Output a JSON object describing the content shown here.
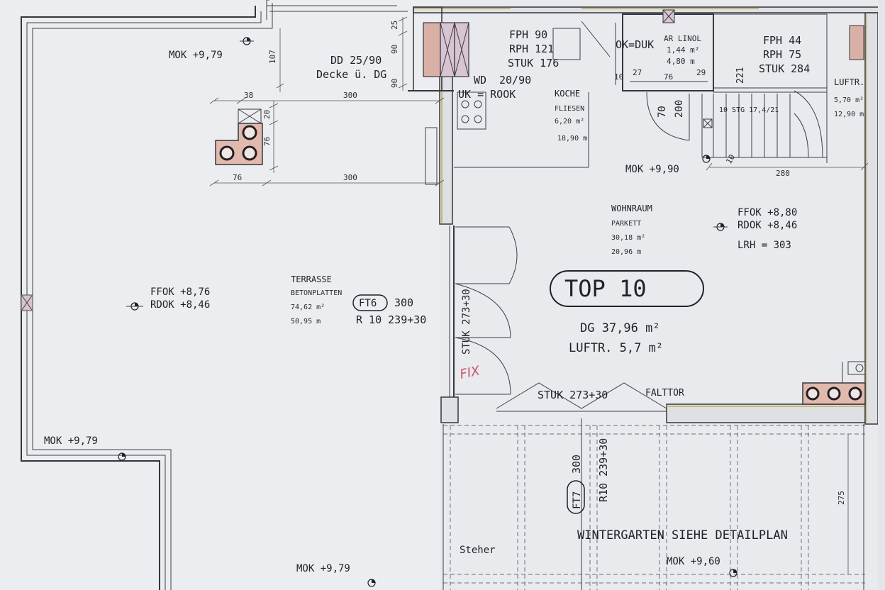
{
  "colors": {
    "paper": "#e9eaee",
    "line": "#34363b",
    "wall_hatch": "#c9a89e",
    "flue_fill": "#d9b0a5",
    "wall_yellow": "#c8b878",
    "pink_mark": "#c8506a",
    "chimney": "#e2b9ad"
  },
  "levels": {
    "mok_top": "MOK +9,79",
    "mok_left": "MOK +9,79",
    "mok_bottom": "MOK +9,79",
    "mok_living": "MOK +9,90",
    "mok_winter": "MOK +9,60"
  },
  "decke": {
    "line1": "DD 25/90",
    "line2": "Decke ü. DG"
  },
  "dims": {
    "d25": "25",
    "d90": "90",
    "d107": "107",
    "d90b": "90",
    "d38": "38",
    "d300_top": "300",
    "d20": "20",
    "d76_v": "76",
    "d76_h": "76",
    "d300_bottom": "300",
    "d280": "280",
    "d275": "275",
    "d10": "10"
  },
  "window_top_left": {
    "fph": "FPH   90",
    "rph": "RPH  121",
    "stuk": "STUK  176"
  },
  "wd": {
    "wd": "WD",
    "size": "20/90",
    "uk": "UK  =  ROOK"
  },
  "ok_duk": "OK=DUK",
  "storage": {
    "label": "AR LINOL",
    "area": "1,44 m²",
    "perim": "4,80 m",
    "d10": "10",
    "d27": "27",
    "d76": "76",
    "d29": "29"
  },
  "window_top_right": {
    "fph": "FPH   44",
    "rph": "RPH   75",
    "stuk": "STUK 284"
  },
  "stairs": {
    "d221": "221",
    "d70": "70",
    "d200": "200",
    "steps": "10 STG  17,4/21"
  },
  "luftraum": {
    "label": "LUFTR.",
    "area": "5,70 m²",
    "perim": "12,90 m"
  },
  "kitchen": {
    "label": "KOCHE",
    "floor": "FLIESEN",
    "area": "6,20 m²",
    "perim": "18,90 m"
  },
  "living": {
    "label": "WOHNRAUM",
    "floor": "PARKETT",
    "area": "30,18 m²",
    "perim": "20,96 m"
  },
  "living_levels": {
    "ffok": "FFOK +8,80",
    "rdok": "RDOK +8,46",
    "lrh": "LRH = 303"
  },
  "terrace": {
    "label": "TERRASSE",
    "floor": "BETONPLATTEN",
    "area": "74,62 m²",
    "perim": "50,95 m"
  },
  "terrace_levels": {
    "ffok": "FFOK +8,76",
    "rdok": "RDOK +8,46"
  },
  "ft6": {
    "tag": "FT6",
    "w": "300",
    "r": "R  10  239+30"
  },
  "door_stuk_v": "STUK 273+30",
  "handwritten_fix": "FIX",
  "door_stuk_h": "STUK 273+30",
  "falttor": "FALTTOR",
  "top": {
    "label": "TOP 10",
    "dg": "DG 37,96 m²",
    "luftr": "LUFTR. 5,7 m²"
  },
  "ft7": {
    "tag": "FT7",
    "w": "300",
    "r": "R10 239+30"
  },
  "wintergarten": "WINTERGARTEN  SIEHE  DETAILPLAN",
  "steher": "Steher"
}
